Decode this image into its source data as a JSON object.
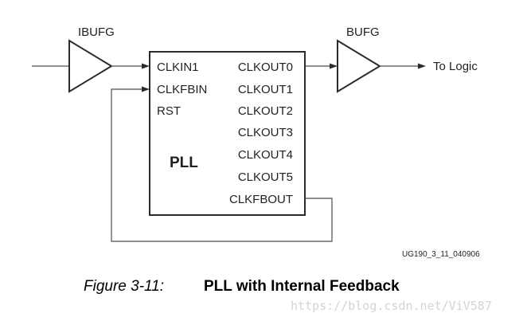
{
  "diagram": {
    "input_buffer": {
      "label": "IBUFG"
    },
    "output_buffer": {
      "label": "BUFG"
    },
    "pll_block": {
      "label": "PLL",
      "inputs": [
        "CLKIN1",
        "CLKFBIN",
        "RST"
      ],
      "outputs": [
        "CLKOUT0",
        "CLKOUT1",
        "CLKOUT2",
        "CLKOUT3",
        "CLKOUT4",
        "CLKOUT5",
        "CLKFBOUT"
      ]
    },
    "destination": "To Logic",
    "figure_code": "UG190_3_11_040906"
  },
  "caption": {
    "figure_number": "Figure 3-11:",
    "title": "PLL with Internal Feedback"
  },
  "watermark": "https://blog.csdn.net/ViV587"
}
